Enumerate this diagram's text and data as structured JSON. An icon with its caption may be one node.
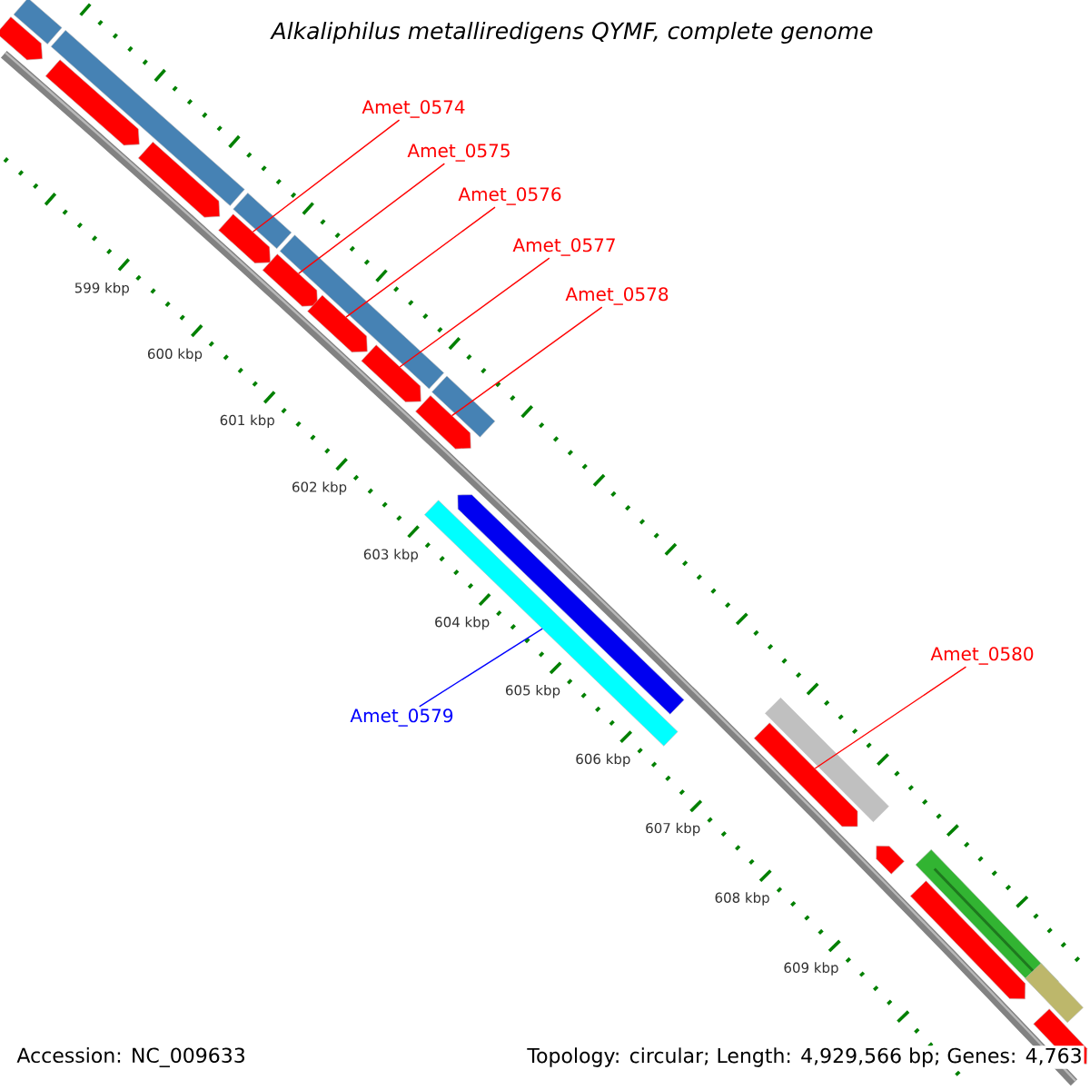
{
  "diagram": {
    "title": "Alkaliphilus metalliredigens QYMF, complete genome",
    "nodes": [
      {
        "text": [
          "Amet_0574"
        ]
      },
      {
        "text": [
          "Amet_0575"
        ]
      },
      {
        "text": [
          "Amet_0576"
        ]
      },
      {
        "text": [
          "Amet_0577"
        ]
      },
      {
        "text": [
          "Amet_0578"
        ]
      },
      {
        "text": [
          "Amet_0579"
        ]
      },
      {
        "text": [
          "Amet_0580"
        ]
      },
      {
        "text": [],
        "shape": "box"
      },
      {
        "text": [],
        "shape": "arrow"
      },
      {
        "text": [],
        "shape": "box"
      },
      {
        "text": [],
        "shape": "arrow"
      },
      {
        "text": [],
        "shape": "arrow"
      },
      {
        "text": [],
        "shape": "box"
      },
      {
        "text": [],
        "shape": "arrow"
      },
      {
        "text": [],
        "shape": "box"
      },
      {
        "text": [],
        "shape": "arrow"
      },
      {
        "text": [],
        "shape": "arrow"
      },
      {
        "text": [],
        "shape": "arrow"
      },
      {
        "text": [],
        "shape": "box"
      },
      {
        "text": [],
        "shape": "arrow"
      },
      {
        "text": [],
        "shape": "arrow"
      },
      {
        "text": [],
        "shape": "box"
      },
      {
        "text": [],
        "shape": "box"
      },
      {
        "text": [],
        "shape": "arrow"
      },
      {
        "text": [],
        "shape": "arrow"
      },
      {
        "text": [],
        "shape": "box"
      },
      {
        "text": [],
        "shape": "arrow"
      },
      {
        "text": [],
        "shape": "box"
      },
      {
        "text": [],
        "shape": "arrow"
      }
    ],
    "edges": [
      {
        "from": 0,
        "to": 13,
        "arrow": "none"
      },
      {
        "from": 1,
        "to": 15,
        "arrow": "none"
      },
      {
        "from": 2,
        "to": 16,
        "arrow": "none"
      },
      {
        "from": 3,
        "to": 17,
        "arrow": "none"
      },
      {
        "from": 4,
        "to": 19,
        "arrow": "none"
      },
      {
        "from": 5,
        "to": 21,
        "arrow": "none",
        "color": "#0000ff"
      },
      {
        "from": 6,
        "to": 23,
        "arrow": "none"
      }
    ],
    "labels": [
      "599 kbp",
      "600 kbp",
      "601 kbp",
      "602 kbp",
      "603 kbp",
      "604 kbp",
      "605 kbp",
      "606 kbp",
      "607 kbp",
      "608 kbp",
      "609 kbp",
      "Accession: NC_009633",
      "Topology: circular; Length: 4,929,566 bp; Genes: 4,763"
    ]
  }
}
